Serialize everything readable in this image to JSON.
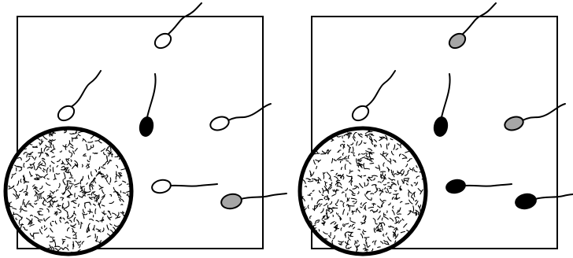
{
  "colors": {
    "background": "#ffffff",
    "outline": "#000000",
    "head_white": "#ffffff",
    "head_gray": "#a6a6a6",
    "head_black": "#000000"
  },
  "panels": [
    {
      "name": "left-panel",
      "cells": [
        {
          "name": "sperm-top",
          "head": "white"
        },
        {
          "name": "sperm-upper-left",
          "head": "white"
        },
        {
          "name": "sperm-center",
          "head": "black"
        },
        {
          "name": "sperm-right",
          "head": "white"
        },
        {
          "name": "sperm-lower-middle",
          "head": "white"
        },
        {
          "name": "sperm-lower-right",
          "head": "gray"
        }
      ]
    },
    {
      "name": "right-panel",
      "cells": [
        {
          "name": "sperm-top",
          "head": "gray"
        },
        {
          "name": "sperm-upper-left",
          "head": "white"
        },
        {
          "name": "sperm-center",
          "head": "black"
        },
        {
          "name": "sperm-right",
          "head": "gray"
        },
        {
          "name": "sperm-lower-middle",
          "head": "black"
        },
        {
          "name": "sperm-lower-right",
          "head": "black"
        }
      ]
    }
  ]
}
